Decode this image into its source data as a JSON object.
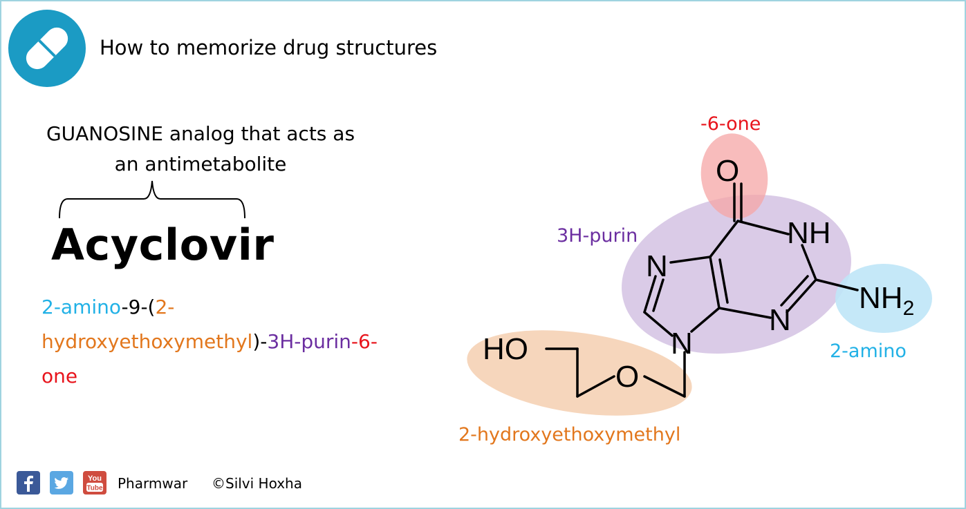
{
  "header": {
    "title": "How to memorize drug structures",
    "logo_icon": "pill-icon"
  },
  "description": {
    "line1": "GUANOSINE analog that acts as",
    "line2": "an antimetabolite"
  },
  "drug": {
    "name": "Acyclovir"
  },
  "iupac": {
    "part1": "2-amino",
    "part2": "-9-(",
    "part3": "2-",
    "part4": "hydroxyethoxymethyl",
    "part5": ")-",
    "part6": "3H-purin",
    "part7": "-6-",
    "part8": "one"
  },
  "structure": {
    "atoms": {
      "o_carbonyl": "O",
      "nh": "NH",
      "n7": "N",
      "nh2_base": "NH",
      "nh2_sub": "2",
      "n3": "N",
      "n9": "N",
      "ho": "HO",
      "o_ether": "O"
    },
    "labels": {
      "six_one": "-6-one",
      "purin": "3H-purin",
      "amino": "2-amino",
      "hydroxy": "2-hydroxyethoxymethyl"
    }
  },
  "colors": {
    "blue": "#21b1e6",
    "orange": "#e2771d",
    "purple": "#6b2ea0",
    "red": "#e8141c",
    "frame": "#9fd3e0",
    "logo": "#1b9bc4"
  },
  "footer": {
    "icons": [
      "facebook-icon",
      "twitter-icon",
      "youtube-icon"
    ],
    "youtube_text_top": "You",
    "youtube_text_bottom": "Tube",
    "brand": "Pharmwar",
    "copyright": "©Silvi Hoxha"
  }
}
